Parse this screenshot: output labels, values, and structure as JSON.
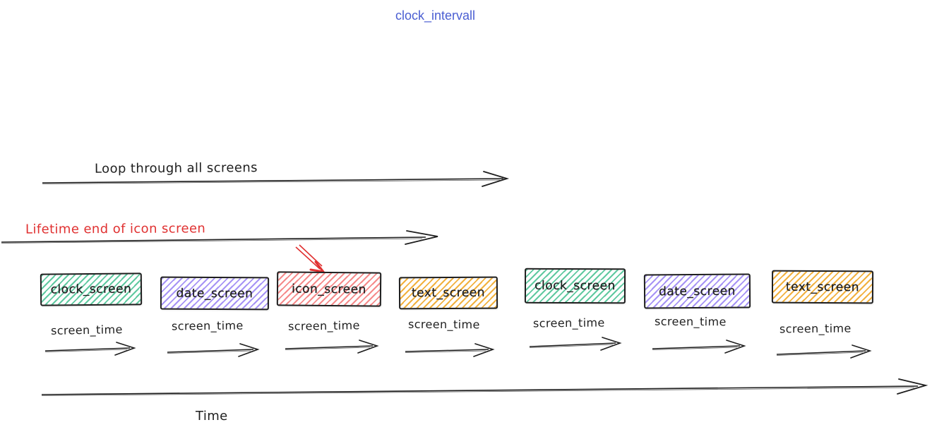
{
  "title": {
    "text": "clock_intervall",
    "color": "#4a5ed2"
  },
  "annotations": {
    "loop_arrow_label": "Loop through all screens",
    "lifetime_arrow_label": "Lifetime end of icon screen",
    "lifetime_color": "#e03131",
    "ink_color": "#1e1e1e"
  },
  "timeline": {
    "axis_label": "Time",
    "interval_label": "screen_time",
    "screens": [
      {
        "name": "clock_screen",
        "color": "#5fc9a0"
      },
      {
        "name": "date_screen",
        "color": "#a693f5"
      },
      {
        "name": "icon_screen",
        "color": "#f58a8a"
      },
      {
        "name": "text_screen",
        "color": "#f2b13e"
      },
      {
        "name": "clock_screen",
        "color": "#5fc9a0"
      },
      {
        "name": "date_screen",
        "color": "#a693f5"
      },
      {
        "name": "text_screen",
        "color": "#f2b13e"
      }
    ]
  }
}
